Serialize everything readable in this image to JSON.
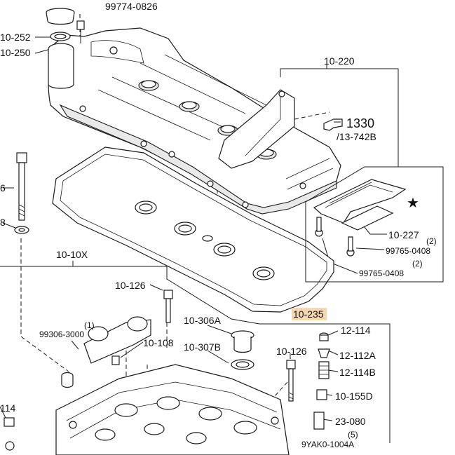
{
  "labels": {
    "top_cut": "99774-0826",
    "p10_252": "10-252",
    "p10_250": "10-250",
    "p10_220": "10-220",
    "ref_1330": "1330",
    "ref_13_742b": "/13-742B",
    "p6_left": "6",
    "p8_left": "8",
    "p10_227": "10-227",
    "qty_2a": "(2)",
    "p99765_a": "99765-0408",
    "qty_2b": "(2)",
    "p99765_b": "99765-0408",
    "p10_10x": "10-10X",
    "p10_126a": "10-126",
    "p10_235": "10-235",
    "p10_306a": "10-306A",
    "p12_114": "12-114",
    "qty_1": "(1)",
    "p99306": "99306-3000",
    "p10_108": "10-108",
    "p10_307b": "10-307B",
    "p12_112a": "12-112A",
    "p10_126b": "10-126",
    "p12_114b": "12-114B",
    "p10_155d": "10-155D",
    "p_114_left": "114",
    "p23_080": "23-080",
    "qty_5": "(5)",
    "p9yak": "9YAK0-1004A"
  },
  "colors": {
    "highlight": "#f6d7b0",
    "line": "#1a1a1a"
  },
  "icons": {
    "star": "★",
    "pointing_hand": "hand-pointer-icon"
  }
}
